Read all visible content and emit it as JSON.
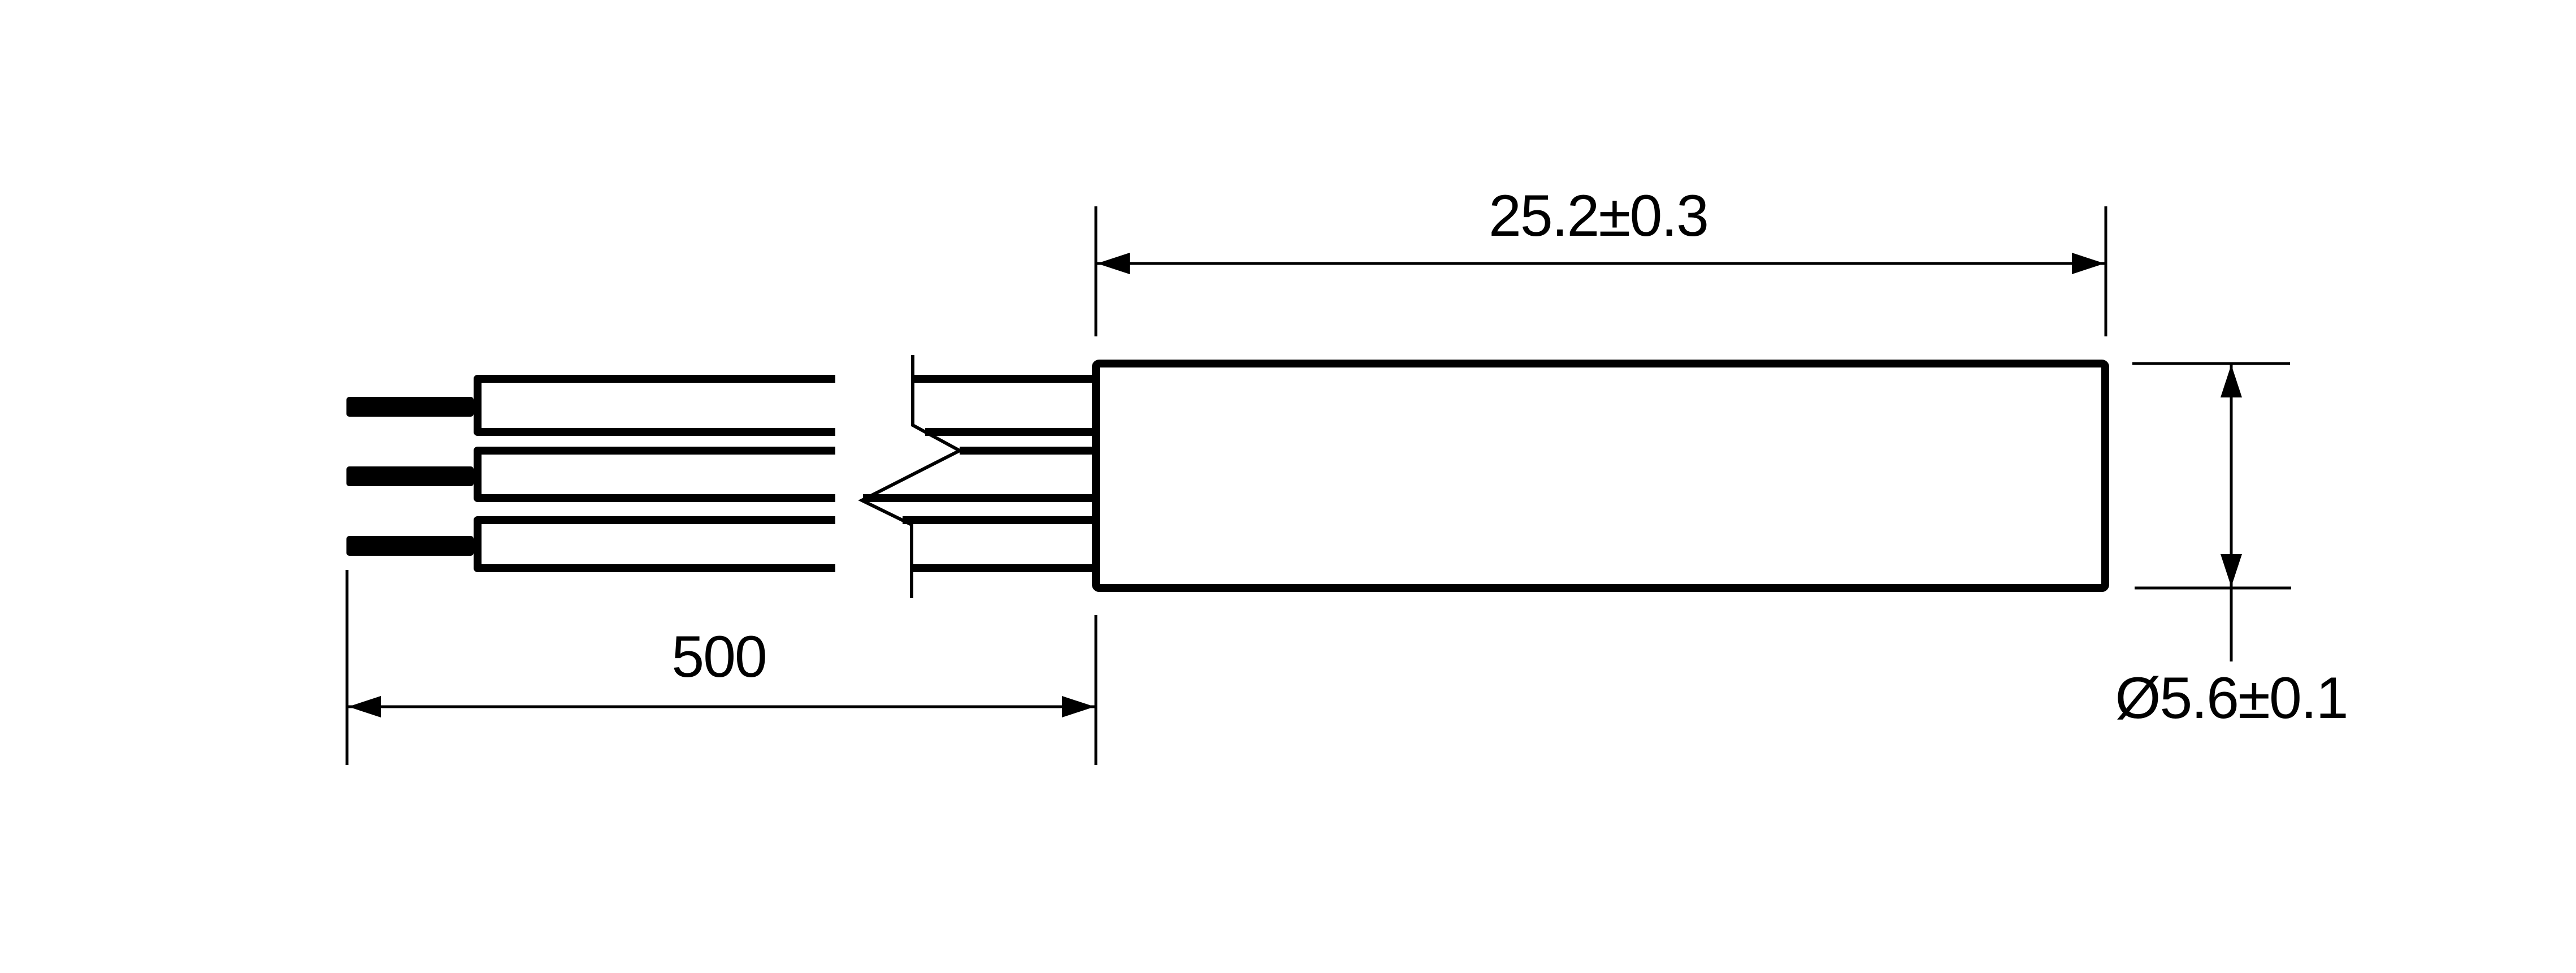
{
  "drawing": {
    "type": "technical-dimension-drawing",
    "background_color": "#ffffff",
    "line_color": "#000000",
    "labels": {
      "body_length": "25.2±0.3",
      "lead_length": "500",
      "body_diameter": "Ø5.6±0.1"
    }
  }
}
